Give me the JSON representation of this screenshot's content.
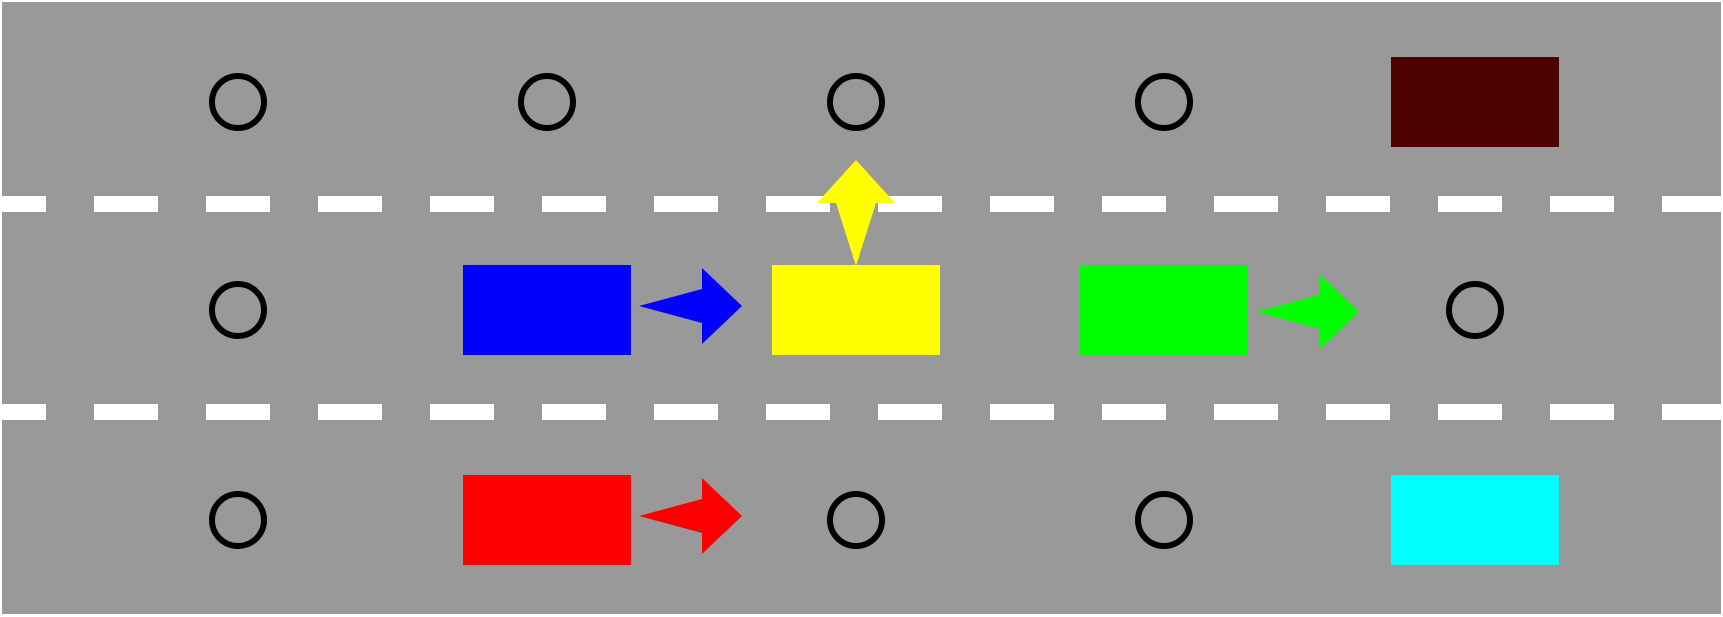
{
  "colors": {
    "road": "#999999",
    "lane_marking": "#ffffff",
    "empty_slot_ring": "#000000"
  },
  "lanes": [
    {
      "name": "top",
      "slots": [
        {
          "kind": "empty"
        },
        {
          "kind": "empty"
        },
        {
          "kind": "empty"
        },
        {
          "kind": "empty"
        },
        {
          "kind": "vehicle",
          "color": "#4d0000",
          "action": "none"
        }
      ]
    },
    {
      "name": "middle",
      "slots": [
        {
          "kind": "empty"
        },
        {
          "kind": "vehicle",
          "color": "#0000ff",
          "action": "forward"
        },
        {
          "kind": "vehicle",
          "color": "#ffff00",
          "action": "lane-change-up"
        },
        {
          "kind": "vehicle",
          "color": "#00ff00",
          "action": "forward"
        },
        {
          "kind": "empty"
        }
      ]
    },
    {
      "name": "bottom",
      "slots": [
        {
          "kind": "empty"
        },
        {
          "kind": "vehicle",
          "color": "#ff0000",
          "action": "forward"
        },
        {
          "kind": "empty"
        },
        {
          "kind": "empty"
        },
        {
          "kind": "vehicle",
          "color": "#00ffff",
          "action": "none"
        }
      ]
    }
  ]
}
